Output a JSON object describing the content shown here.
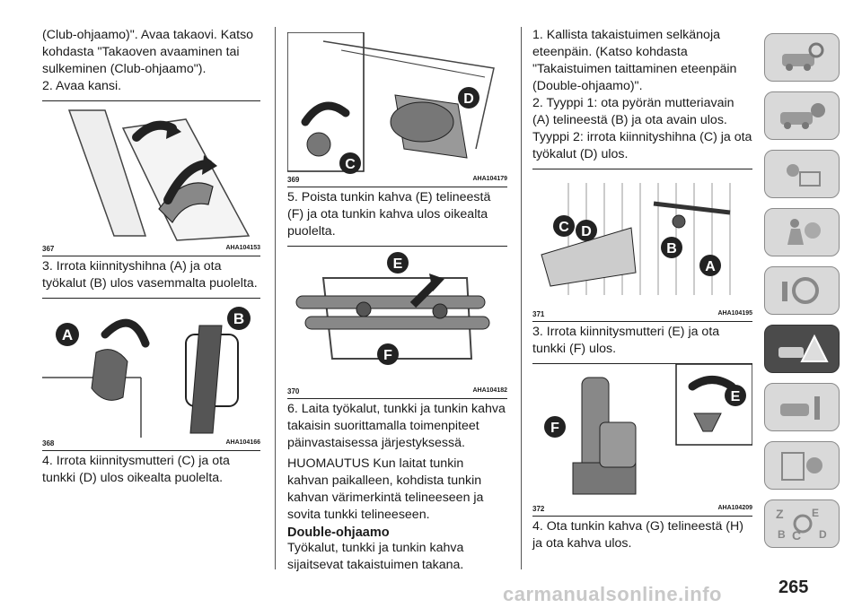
{
  "col1": {
    "p1": "(Club-ohjaamo)\". Avaa takaovi. Katso kohdasta \"Takaoven avaaminen tai sulkeminen (Club-ohjaamo\").",
    "p2": "2. Avaa kansi.",
    "fig1": {
      "num": "367",
      "id": "AHA104153"
    },
    "p3": "3. Irrota kiinnityshihna (A) ja ota työkalut (B) ulos vasemmalta puolelta.",
    "fig2": {
      "num": "368",
      "id": "AHA104166",
      "labelA": "A",
      "labelB": "B"
    },
    "p4": "4. Irrota kiinnitysmutteri (C) ja ota tunkki (D) ulos oikealta puolelta."
  },
  "col2": {
    "fig1": {
      "num": "369",
      "id": "AHA104179",
      "labelC": "C",
      "labelD": "D"
    },
    "p1": "5. Poista tunkin kahva (E) telineestä (F) ja ota tunkin kahva ulos oikealta puolelta.",
    "fig2": {
      "num": "370",
      "id": "AHA104182",
      "labelE": "E",
      "labelF": "F"
    },
    "p2": "6. Laita työkalut, tunkki ja tunkin kahva takaisin suorittamalla toimenpiteet päinvastaisessa järjestyksessä.",
    "p3": "HUOMAUTUS Kun laitat tunkin kahvan paikalleen, kohdista tunkin kahvan värimerkintä telineeseen ja sovita tunkki telineeseen.",
    "heading": "Double-ohjaamo",
    "p4": "Työkalut, tunkki ja tunkin kahva sijaitsevat takaistuimen takana."
  },
  "col3": {
    "p1": "1. Kallista takaistuimen selkänoja eteenpäin. (Katso kohdasta \"Takaistuimen taittaminen eteenpäin (Double-ohjaamo)\".",
    "p2": "2. Tyyppi 1: ota pyörän mutteriavain (A) telineestä (B) ja ota avain ulos. Tyyppi 2: irrota kiinnityshihna (C) ja ota työkalut (D) ulos.",
    "fig1": {
      "num": "371",
      "id": "AHA104195",
      "labelA": "A",
      "labelB": "B",
      "labelC": "C",
      "labelD": "D"
    },
    "p3": "3. Irrota kiinnitysmutteri (E) ja ota tunkki (F) ulos.",
    "fig2": {
      "num": "372",
      "id": "AHA104209",
      "labelE": "E",
      "labelF": "F"
    },
    "p4": "4. Ota tunkin kahva (G) telineestä (H) ja ota kahva ulos."
  },
  "page_number": "265",
  "watermark": "carmanualsonline.info",
  "sidebar_tabs": [
    {
      "icon": "car-search-icon"
    },
    {
      "icon": "car-info-icon"
    },
    {
      "icon": "warning-lights-icon"
    },
    {
      "icon": "airbag-seat-icon"
    },
    {
      "icon": "steering-key-icon"
    },
    {
      "icon": "car-breakdown-icon",
      "active": true
    },
    {
      "icon": "car-service-icon"
    },
    {
      "icon": "specifications-icon"
    },
    {
      "icon": "alphabetical-index-icon"
    }
  ],
  "sidebar_index_letters": {
    "z": "Z",
    "e": "E",
    "b": "B",
    "c": "C",
    "d": "D"
  }
}
